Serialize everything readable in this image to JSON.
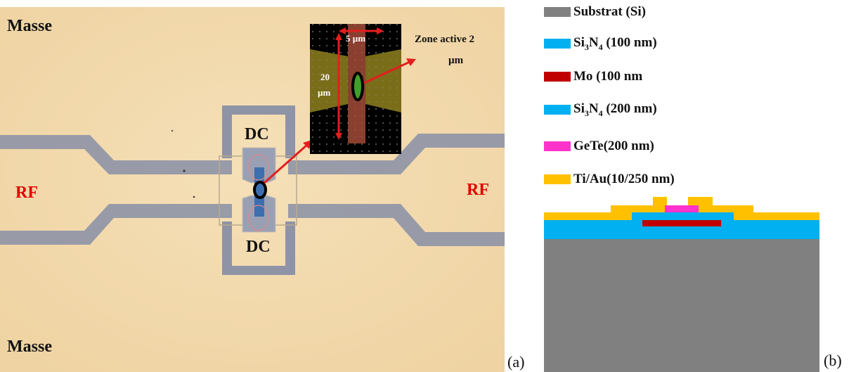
{
  "panel_a": {
    "label": "(a)",
    "top_ground": "Masse",
    "bottom_ground": "Masse",
    "rf_left": "RF",
    "rf_right": "RF",
    "dc_top": "DC",
    "dc_bottom": "DC",
    "inset": {
      "width_label": "5 µm",
      "length_label_line1": "20",
      "length_label_line2": "µm",
      "active_zone_line1": "Zone active 2",
      "active_zone_line2": "µm"
    }
  },
  "panel_b": {
    "label": "(b)",
    "legend": [
      {
        "text": "Substrat (Si)",
        "color": "#808080"
      },
      {
        "text_pre": "Si",
        "sub": "3",
        "text_mid": "N",
        "sub2": "4",
        "text_post": " (100 nm)",
        "color": "#00b0f0"
      },
      {
        "text": "Mo (100 nm",
        "color": "#c00000"
      },
      {
        "text_pre": "Si",
        "sub": "3",
        "text_mid": "N",
        "sub2": "4",
        "text_post": " (200 nm)",
        "color": "#00b0f0"
      },
      {
        "text": "GeTe(200 nm)",
        "color": "#ff33cc"
      },
      {
        "text": "Ti/Au(10/250 nm)",
        "color": "#ffc000"
      }
    ]
  },
  "colors": {
    "photo_bg": "#f3dbb0",
    "metal_line": "#8e93a6",
    "inset_bg": "#000000",
    "arrow": "#e31e1e"
  }
}
